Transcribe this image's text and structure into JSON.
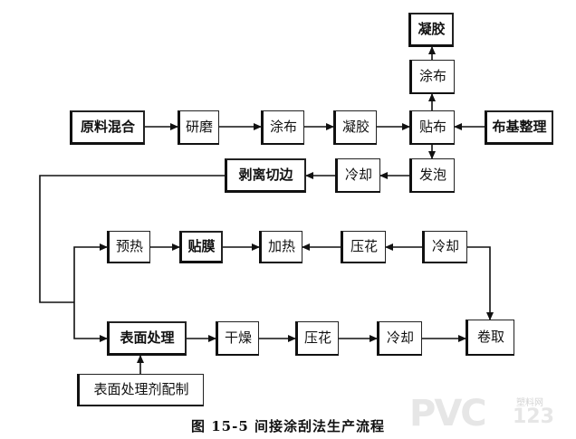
{
  "boxes": {
    "raw_mixing": "原料混合",
    "grinding": "研磨",
    "coating_1": "涂布",
    "gelling_1": "凝胶",
    "laminating_fabric": "贴布",
    "fabric_base_finishing": "布基整理",
    "coating_2": "涂布",
    "gelling_2": "凝胶",
    "foaming": "发泡",
    "cooling_1": "冷却",
    "peel_trim": "剥离切边",
    "preheating": "预热",
    "laminating_film": "贴膜",
    "heating": "加热",
    "embossing_1": "压花",
    "cooling_2": "冷却",
    "surface_treatment": "表面处理",
    "drying": "干燥",
    "embossing_2": "压花",
    "cooling_3": "冷却",
    "winding": "卷取",
    "treatment_agent_prep": "表面处理剂配制"
  },
  "caption": "图 15-5  间接涂刮法生产流程",
  "watermark": {
    "logo": "PVC",
    "site": "塑料网",
    "number": "123"
  }
}
